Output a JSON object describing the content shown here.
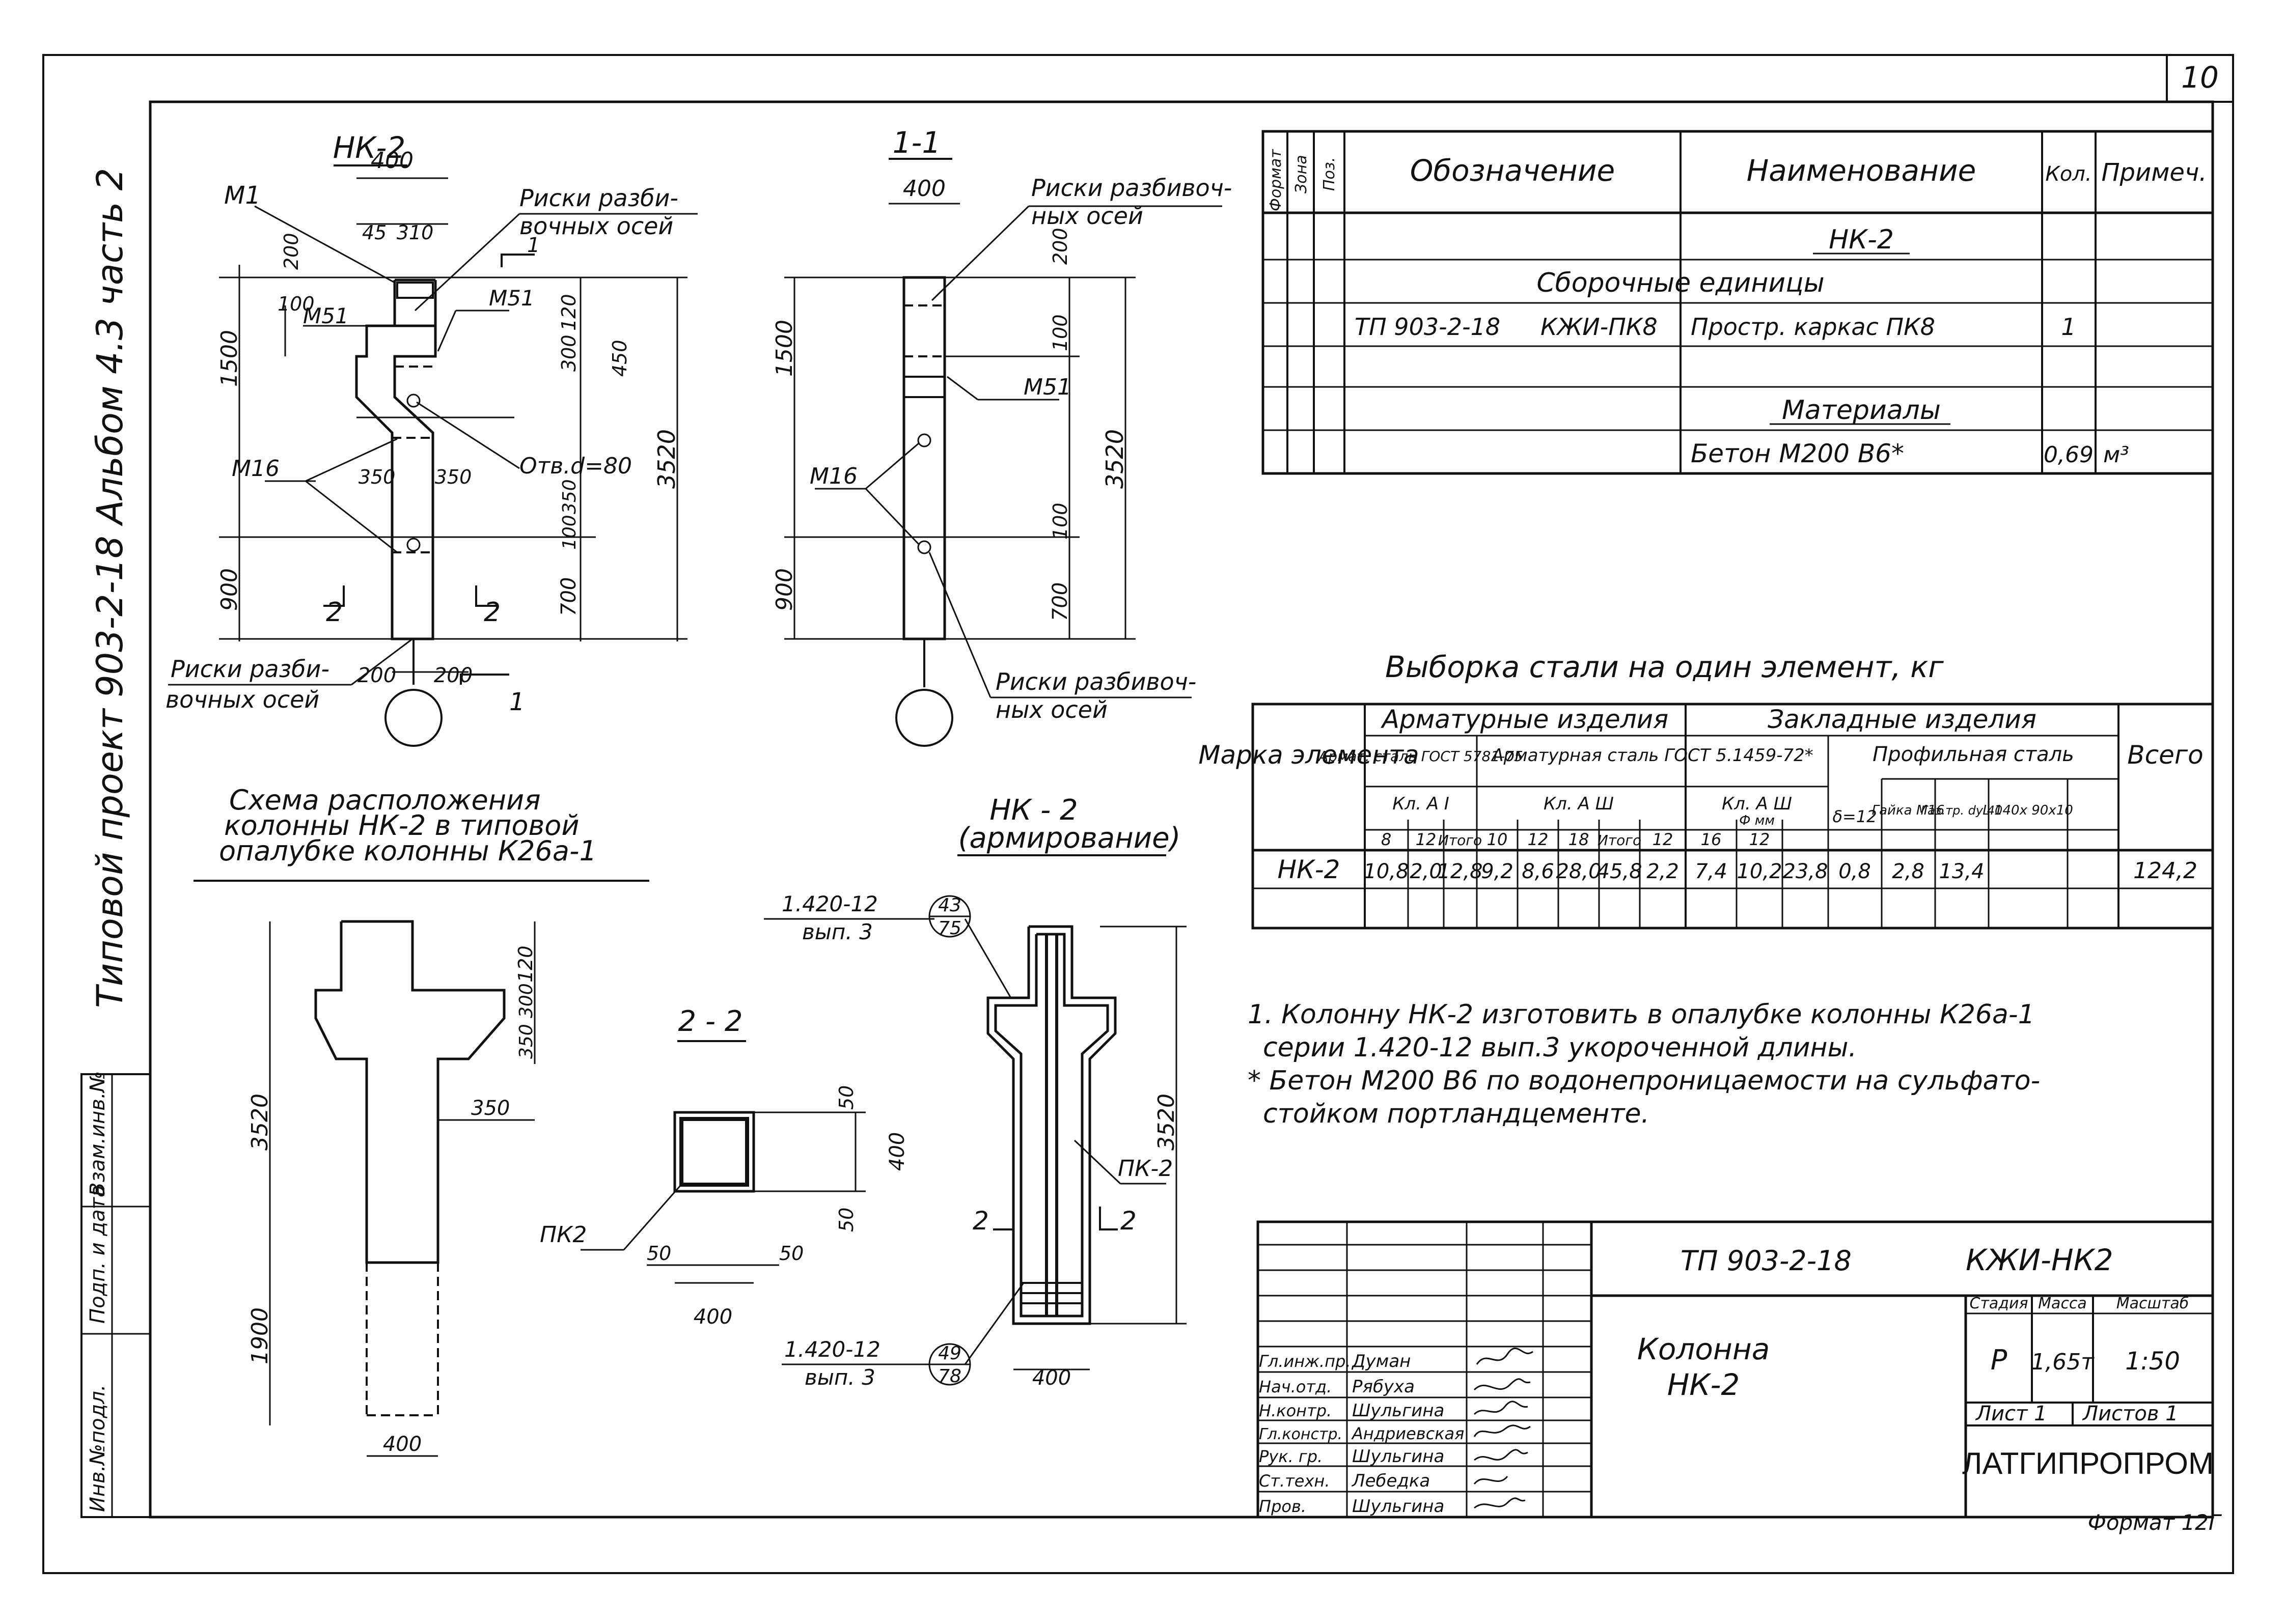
{
  "sheet": {
    "number": "10",
    "side_text": "Типовой проект 903-2-18     Альбом 4.3 часть 2",
    "side_boxes": [
      "Инв.№подл.",
      "Подп. и дата",
      "Взам.инв.№"
    ]
  },
  "drawings": {
    "nk2_title": "НК-2",
    "nk2_dims": [
      "400",
      "45",
      "310",
      "200",
      "100",
      "120",
      "300",
      "450",
      "1500",
      "350",
      "350",
      "3520",
      "100",
      "700",
      "900",
      "200",
      "200",
      "350"
    ],
    "nk2_labels": {
      "m1": "М1",
      "m51a": "М51",
      "m51b": "М51",
      "m16": "М16",
      "hole": "Отв.d=80",
      "risks_top_1": "Риски разби-",
      "risks_top_2": "вочных осей",
      "risks_bot_1": "Риски разби-",
      "risks_bot_2": "вочных осей",
      "sec1": "1",
      "sec1b": "1",
      "sec2a": "2",
      "sec2b": "2"
    },
    "s11_title": "1-1",
    "s11_dims": [
      "400",
      "200",
      "100",
      "1500",
      "3520",
      "100",
      "700",
      "900"
    ],
    "s11_labels": {
      "risks_top_1": "Риски разбивоч-",
      "risks_top_2": "ных осей",
      "m51": "М51",
      "m16": "М16",
      "risks_bot_1": "Риски разбивоч-",
      "risks_bot_2": "ных осей"
    },
    "scheme_title_1": "Схема расположения",
    "scheme_title_2": "колонны НК-2 в типовой",
    "scheme_title_3": "опалубке   колонны К26а-1",
    "scheme_dims": [
      "120",
      "300",
      "350",
      "350",
      "3520",
      "1900",
      "400"
    ],
    "s22_title": "2 - 2",
    "s22_dims": [
      "50",
      "400",
      "50",
      "50",
      "50",
      "400"
    ],
    "s22_label": "ПК2",
    "arm_title_1": "НК - 2",
    "arm_title_2": "(армирование)",
    "arm_labels": {
      "ref_top_1": "1.420-12",
      "ref_top_2": "вып. 3",
      "ref_top_c1": "43",
      "ref_top_c2": "75",
      "ref_bot_1": "1.420-12",
      "ref_bot_2": "вып. 3",
      "ref_bot_c1": "49",
      "ref_bot_c2": "78",
      "pk2": "ПК-2",
      "d3520": "3520",
      "d400": "400",
      "s2a": "2",
      "s2b": "2"
    }
  },
  "spec": {
    "headers": [
      "Формат",
      "Зона",
      "Поз.",
      "Обозначение",
      "Наименование",
      "Кол.",
      "Примеч."
    ],
    "rows": [
      {
        "code": "",
        "code2": "",
        "name": "НК-2",
        "qty": "",
        "note": ""
      },
      {
        "code": "",
        "code2": "",
        "name": "Сборочные   единицы",
        "qty": "",
        "note": ""
      },
      {
        "code": "ТП 903-2-18",
        "code2": "КЖИ-ПК8",
        "name": "Простр. каркас ПК8",
        "qty": "1",
        "note": ""
      },
      {
        "code": "",
        "code2": "",
        "name": "",
        "qty": "",
        "note": ""
      },
      {
        "code": "",
        "code2": "",
        "name": "Материалы",
        "qty": "",
        "note": ""
      },
      {
        "code": "",
        "code2": "",
        "name": "Бетон    М200 В6*",
        "qty": "0,69",
        "note": "м³"
      }
    ]
  },
  "steel": {
    "title": "Выборка стали на один элемент, кг",
    "h_mark": "Марка элемента",
    "h_arm": "Арматурные   изделия",
    "h_emb": "Закладные   изделия",
    "h_total": "Всего",
    "h_arm_a": "Армат. сталь ГОСТ 5781-75",
    "h_arm_b": "Арматурная сталь ГОСТ 5.1459-72*",
    "h_prof": "Профильная сталь",
    "h_cl_a1": "Кл. А I",
    "h_cl_a3": "Кл. А Ш",
    "h_cl_a3b": "Кл. А Ш",
    "h_phi": "Ф мм",
    "h_d12": "δ=12",
    "h_nut": "Гайка М16",
    "h_pipe": "Газ.тр. dу 40",
    "h_angle": "L 140х 90х10",
    "h_cols": [
      "8",
      "12",
      "Итого",
      "10",
      "12",
      "18",
      "Итого",
      "12",
      "16",
      "12"
    ],
    "row": {
      "mark": "НК-2",
      "v": [
        "10,8",
        "2,0",
        "12,8",
        "9,2",
        "8,6",
        "28,0",
        "45,8",
        "2,2",
        "7,4",
        "10,2",
        "23,8",
        "0,8",
        "2,8",
        "13,4"
      ],
      "total": "124,2"
    }
  },
  "notes": {
    "n1a": "1. Колонну НК-2 изготовить в опалубке колонны К26а-1",
    "n1b": "серии 1.420-12 вып.3 укороченной длины.",
    "n2a": "* Бетон М200 В6 по водонепроницаемости на сульфато-",
    "n2b": "стойком   портландцементе."
  },
  "stamp": {
    "code": "ТП 903-2-18",
    "doc": "КЖИ-НК2",
    "title_1": "Колонна",
    "title_2": "НК-2",
    "h_stage": "Стадия",
    "h_mass": "Масса",
    "h_scale": "Масштаб",
    "stage": "Р",
    "mass": "1,65т",
    "scale": "1:50",
    "sheet": "Лист 1",
    "sheets": "Листов 1",
    "org": "ЛАТГИПРОПРОМ",
    "format": "Формат 12Г",
    "people": [
      {
        "role": "Гл.инж.пр.",
        "name": "Думан"
      },
      {
        "role": "Нач.отд.",
        "name": "Рябуха"
      },
      {
        "role": "Н.контр.",
        "name": "Шульгина"
      },
      {
        "role": "Гл.констр.",
        "name": "Андриевская"
      },
      {
        "role": "Рук. гр.",
        "name": "Шульгина"
      },
      {
        "role": "Ст.техн.",
        "name": "Лебедка"
      },
      {
        "role": "Пров.",
        "name": "Шульгина"
      }
    ]
  }
}
